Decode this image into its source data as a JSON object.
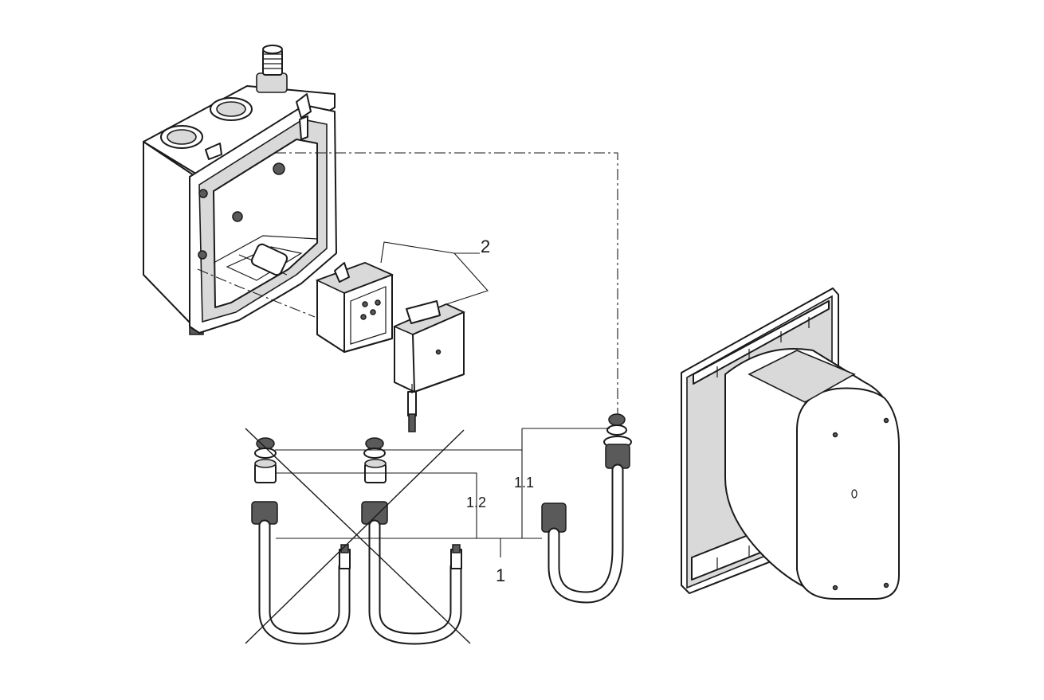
{
  "diagram": {
    "callouts": {
      "item_1": "1",
      "item_1_1": "1.1",
      "item_1_2": "1.2",
      "item_2": "2"
    }
  }
}
